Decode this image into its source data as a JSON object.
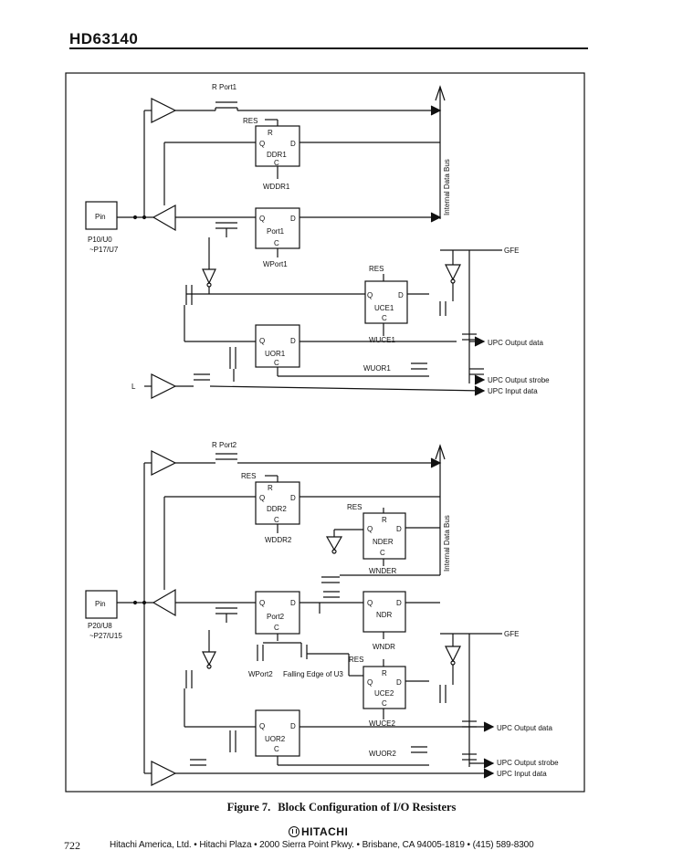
{
  "header": {
    "title": "HD63140"
  },
  "diagram": {
    "upper": {
      "read_port": "R Port1",
      "pin": "Pin",
      "pin_label_1": "P10/U0",
      "pin_label_2": "~P17/U7",
      "res_ddr": "RES",
      "ddr": {
        "name": "DDR1",
        "q": "Q",
        "r": "R",
        "d": "D",
        "c": "C",
        "write": "WDDR1"
      },
      "port": {
        "name": "Port1",
        "q": "Q",
        "d": "D",
        "c": "C",
        "write": "WPort1"
      },
      "ucr": {
        "name": "UCE1",
        "q": "Q",
        "d": "D",
        "c": "C",
        "write": "WUCE1",
        "res": "RES"
      },
      "uor": {
        "name": "UOR1",
        "q": "Q",
        "d": "D",
        "c": "C",
        "write": "WUOR1"
      },
      "bus": "Internal Data Bus",
      "gfe": "GFE",
      "upc_out": "UPC Output data",
      "upc_strobe": "UPC Output strobe",
      "upc_in": "UPC Input data",
      "l": "L"
    },
    "lower": {
      "read_port": "R Port2",
      "pin": "Pin",
      "pin_label_1": "P20/U8",
      "pin_label_2": "~P27/U15",
      "res_ddr": "RES",
      "ddr": {
        "name": "DDR2",
        "q": "Q",
        "r": "R",
        "d": "D",
        "c": "C",
        "write": "WDDR2"
      },
      "nder": {
        "name": "NDER",
        "q": "Q",
        "r": "R",
        "d": "D",
        "c": "C",
        "write": "WNDER",
        "res": "RES"
      },
      "port": {
        "name": "Port2",
        "q": "Q",
        "d": "D",
        "c": "C",
        "write": "WPort2"
      },
      "ndr": {
        "name": "NDR",
        "q": "Q",
        "d": "D",
        "write": "WNDR"
      },
      "falling": "Falling Edge of U3",
      "ucr": {
        "name": "UCE2",
        "q": "Q",
        "r": "R",
        "d": "D",
        "c": "C",
        "write": "WUCE2",
        "res": "RES"
      },
      "uor": {
        "name": "UOR2",
        "q": "Q",
        "d": "D",
        "c": "C",
        "write": "WUOR2"
      },
      "bus": "Internal Data Bus",
      "gfe": "GFE",
      "upc_out": "UPC Output data",
      "upc_strobe": "UPC Output strobe",
      "upc_in": "UPC Input data"
    }
  },
  "caption": {
    "number": "Figure 7.",
    "text": "Block Configuration of I/O Resisters"
  },
  "footer": {
    "page": "722",
    "logo": "HITACHI",
    "address": "Hitachi America, Ltd. • Hitachi Plaza • 2000 Sierra Point Pkwy. • Brisbane, CA 94005-1819 • (415) 589-8300"
  }
}
